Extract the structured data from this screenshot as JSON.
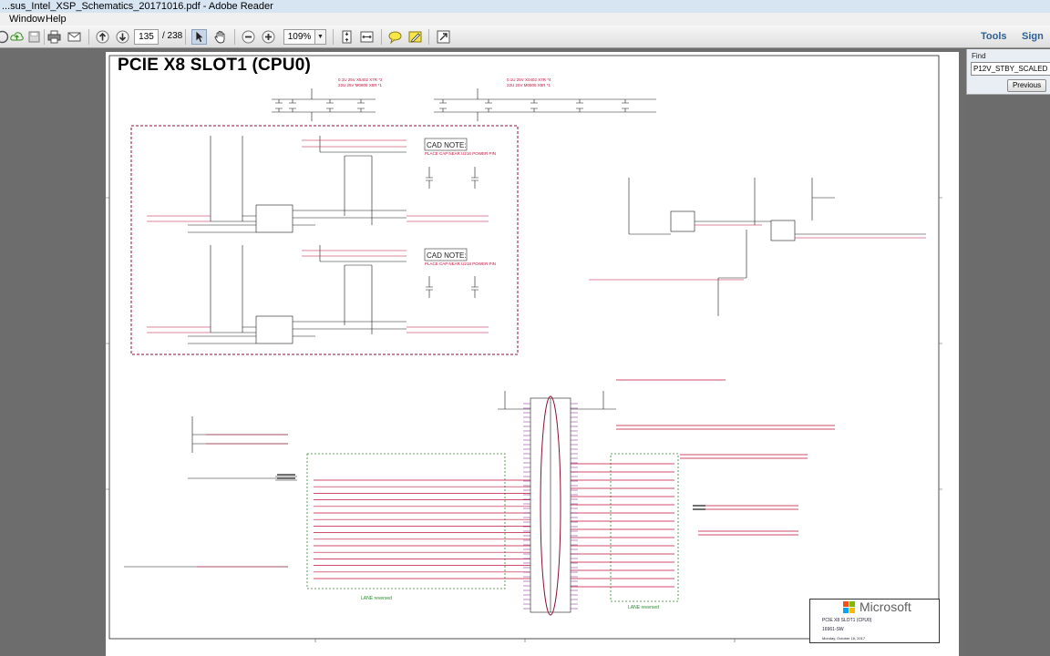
{
  "window": {
    "title": "...sus_Intel_XSP_Schematics_20171016.pdf - Adobe Reader"
  },
  "menu": {
    "items": [
      {
        "label": "Window"
      },
      {
        "label": "Help"
      }
    ]
  },
  "toolbar": {
    "page_current": "135",
    "page_total": "/ 238",
    "zoom": "109%",
    "tools_label": "Tools",
    "sign_label": "Sign",
    "icons": [
      "create-icon",
      "cloud-icon",
      "save-icon",
      "print-icon",
      "email-icon",
      "previous-page-icon",
      "next-page-icon",
      "select-tool-icon",
      "hand-tool-icon",
      "zoom-out-icon",
      "zoom-in-icon",
      "fit-page-icon",
      "fit-width-icon",
      "comment-icon",
      "highlight-icon",
      "fullscreen-icon"
    ]
  },
  "find": {
    "label": "Find",
    "query": "P12V_STBY_SCALED",
    "previous_label": "Previous"
  },
  "schematic": {
    "title": "PCIE X8 SLOT1 (CPU0)",
    "cad_note_1": "CAD NOTE:",
    "cad_note_1_text": "PLACE CAP NEAR U216 POWER PIN",
    "cad_note_2": "CAD NOTE:",
    "cad_note_2_text": "PLACE CAP NEAR U218 POWER PIN",
    "lane_reversed_left": "LANE reversed",
    "lane_reversed_right": "LANE reversed",
    "cap_note_1": "0.1U 25V X5402 X7R *2",
    "cap_note_1b": "22U 25V M0805 X5R *1",
    "cap_note_2": "0.1U 25V X0402 X7R *4",
    "cap_note_2b": "22U 25V M0805 X5R *1",
    "title_block": {
      "company": "Microsoft",
      "sheet_name": "PCIE X8 SLOT1 (CPU0)",
      "doc_number": "16961-SW",
      "date": "Monday, October 16, 2017"
    },
    "colors": {
      "wire": "#1a1a1a",
      "net_red": "#c0103a",
      "net_purple": "#7a1a8a",
      "box_dashed": "#8a1030",
      "green_box": "#2a8a2a"
    }
  }
}
